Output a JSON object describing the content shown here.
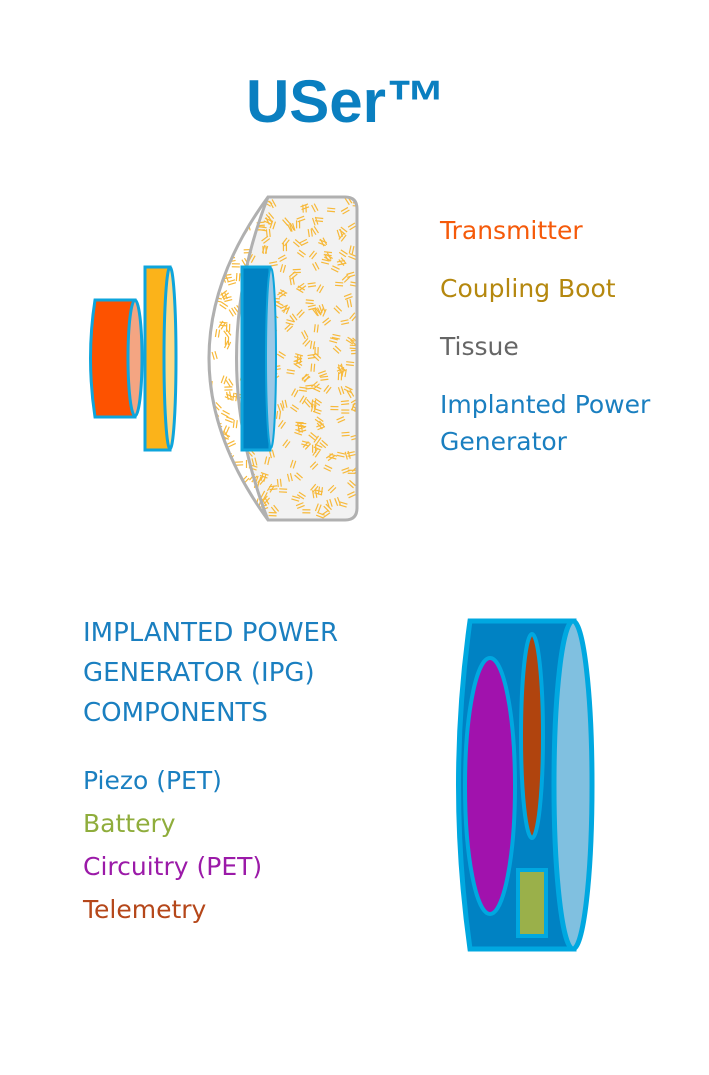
{
  "title": "USer™",
  "legend": {
    "transmitter": "Transmitter",
    "coupling_boot": "Coupling Boot",
    "tissue": "Tissue",
    "ipg_line1": "Implanted Power",
    "ipg_line2": "Generator"
  },
  "components": {
    "heading_line1": "IMPLANTED POWER",
    "heading_line2": "GENERATOR (IPG)",
    "heading_line3": "COMPONENTS",
    "items": [
      "Piezo (PET)",
      "Battery",
      "Circuitry (PET)",
      "Telemetry"
    ]
  },
  "colors": {
    "transmitter": "#f55a0a",
    "coupling_boot": "#b5880f",
    "tissue": "#666666",
    "ipg": "#1a7fc0",
    "piezo": "#1a7fc0",
    "battery": "#8fad3c",
    "circuitry": "#9b1aa8",
    "telemetry": "#b5471a"
  }
}
